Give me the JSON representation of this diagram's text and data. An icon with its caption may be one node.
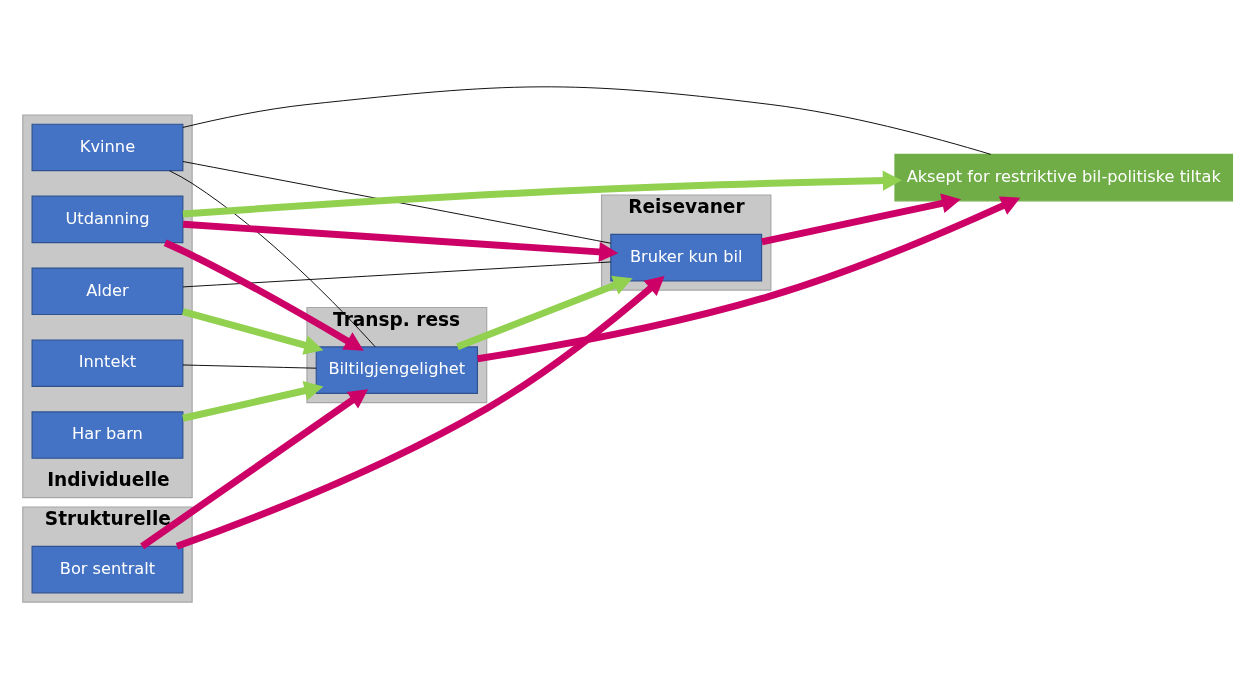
{
  "diagram": {
    "nodes": [
      {
        "text": [
          "Strukturelle"
        ]
      },
      {
        "text": [
          "Bor sentralt"
        ],
        "in": 0
      },
      {
        "text": [
          "Individuelle"
        ]
      },
      {
        "text": [
          "Alder"
        ],
        "in": 2
      },
      {
        "text": [
          "Kvinne"
        ],
        "in": 2
      },
      {
        "text": [
          "Utdanning"
        ],
        "in": 2
      },
      {
        "text": [
          "Har barn"
        ],
        "in": 2
      },
      {
        "text": [
          "Inntekt"
        ],
        "in": 2
      },
      {
        "text": [
          "Transp. ress"
        ]
      },
      {
        "text": [
          "Biltilgjengelighet"
        ],
        "in": 8
      },
      {
        "text": [
          "Reisevaner"
        ]
      },
      {
        "text": [
          "Bruker kun bil"
        ],
        "in": 10
      },
      {
        "text": [
          "Aksept for restriktive bil-politiske tiltak"
        ]
      }
    ],
    "edges": [
      {
        "from": 1,
        "to": 9,
        "arrow": "to",
        "color": "#cc0066"
      },
      {
        "from": 1,
        "to": 11,
        "arrow": "to",
        "color": "#cc0066"
      },
      {
        "from": 3,
        "to": 9,
        "arrow": "to",
        "color": "#92d050"
      },
      {
        "from": 3,
        "to": 11,
        "arrow": "none",
        "color": "#000000"
      },
      {
        "from": 4,
        "to": 9,
        "arrow": "none",
        "color": "#000000"
      },
      {
        "from": 4,
        "to": 12,
        "arrow": "none",
        "color": "#000000"
      },
      {
        "from": 4,
        "to": 11,
        "arrow": "none",
        "color": "#000000"
      },
      {
        "from": 5,
        "to": 9,
        "arrow": "to",
        "color": "#cc0066"
      },
      {
        "from": 5,
        "to": 12,
        "arrow": "to",
        "color": "#92d050"
      },
      {
        "from": 5,
        "to": 11,
        "arrow": "to",
        "color": "#cc0066"
      },
      {
        "from": 6,
        "to": 9,
        "arrow": "to",
        "color": "#92d050"
      },
      {
        "from": 7,
        "to": 9,
        "arrow": "none",
        "color": "#000000"
      },
      {
        "from": 9,
        "to": 11,
        "arrow": "to",
        "color": "#92d050"
      },
      {
        "from": 9,
        "to": 12,
        "arrow": "to",
        "color": "#cc0066"
      },
      {
        "from": 11,
        "to": 12,
        "arrow": "to",
        "color": "#cc0066"
      }
    ]
  }
}
